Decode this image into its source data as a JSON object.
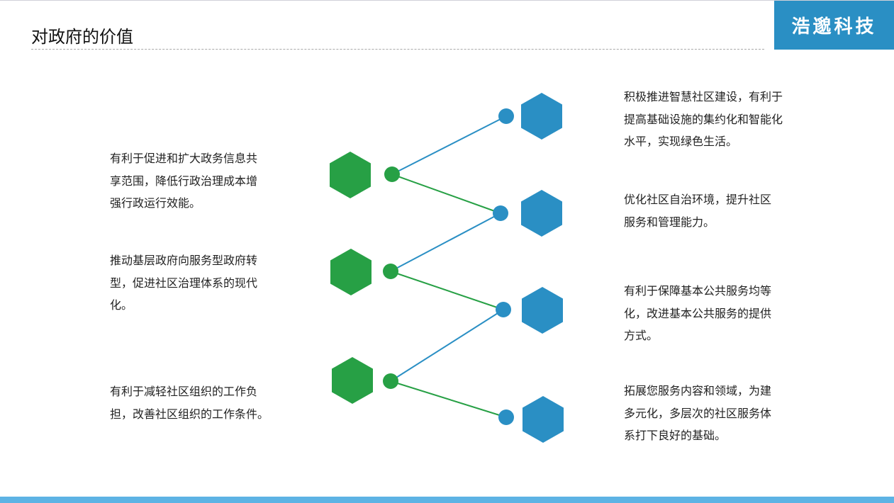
{
  "header": {
    "title": "对政府的价值",
    "logo": "浩邈科技"
  },
  "colors": {
    "green": "#27a045",
    "blue": "#2a8fc4",
    "bottom_bar": "#5db3e4"
  },
  "left_items": [
    {
      "lines": [
        "有利于促进和扩大政务信息共",
        "享范围，降低行政治理成本增",
        "强行政运行效能。"
      ]
    },
    {
      "lines": [
        "推动基层政府向服务型政府转",
        "型，促进社区治理体系的现代",
        "化。"
      ]
    },
    {
      "lines": [
        "有利于减轻社区组织的工作负",
        "担，改善社区组织的工作条件。"
      ]
    }
  ],
  "right_items": [
    {
      "lines": [
        "积极推进智慧社区建设，有利于",
        "提高基础设施的集约化和智能化",
        "水平，实现绿色生活。"
      ]
    },
    {
      "lines": [
        "优化社区自治环境，提升社区",
        "服务和管理能力。"
      ]
    },
    {
      "lines": [
        "有利于保障基本公共服务均等",
        "化，改进基本公共服务的提供",
        "方式。"
      ]
    },
    {
      "lines": [
        "拓展您服务内容和领域，为建",
        "多元化，多层次的社区服务体",
        "系打下良好的基础。"
      ]
    }
  ]
}
